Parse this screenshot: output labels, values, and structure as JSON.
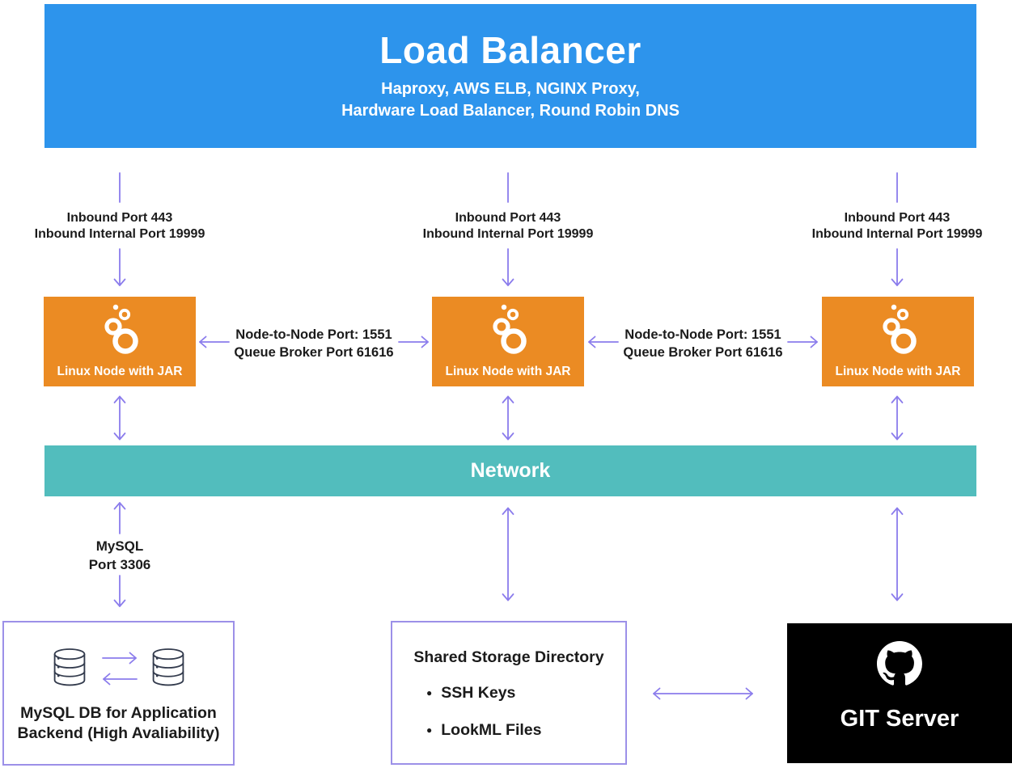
{
  "colors": {
    "load_balancer_blue": "#2D94EC",
    "node_orange": "#EB8B23",
    "network_teal": "#52BDBD",
    "arrow_purple": "#8B7CEC",
    "box_border_purple": "#9C90E8",
    "git_server_black": "#000000",
    "database_icon_ink": "#333B4D",
    "label_text": "#1B1B1B"
  },
  "load_balancer": {
    "title": "Load Balancer",
    "subtitle": "Haproxy, AWS ELB, NGINX Proxy,\nHardware Load Balancer, Round Robin DNS"
  },
  "inbound_labels": [
    "Inbound Port 443\nInbound Internal Port 19999",
    "Inbound Port 443\nInbound Internal Port 19999",
    "Inbound Port 443\nInbound Internal Port 19999"
  ],
  "nodes": [
    {
      "label": "Linux Node with JAR",
      "icon": "looker-icon"
    },
    {
      "label": "Linux Node with JAR",
      "icon": "looker-icon"
    },
    {
      "label": "Linux Node with JAR",
      "icon": "looker-icon"
    }
  ],
  "node_links": [
    "Node-to-Node Port: 1551\nQueue Broker Port 61616",
    "Node-to-Node Port: 1551\nQueue Broker Port 61616"
  ],
  "network": {
    "label": "Network"
  },
  "mysql_link_label": "MySQL\nPort 3306",
  "mysql_db": {
    "caption": "MySQL DB for Application\nBackend (High Avaliability)",
    "icon": "database-icon"
  },
  "shared_storage": {
    "title": "Shared Storage Directory",
    "items": [
      "SSH Keys",
      "LookML Files"
    ]
  },
  "git_server": {
    "label": "GIT Server",
    "icon": "github-icon"
  }
}
